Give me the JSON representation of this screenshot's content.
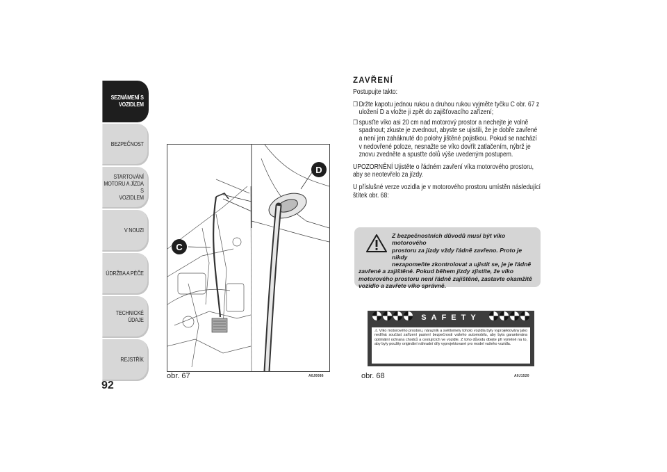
{
  "sidebar": {
    "tabs": [
      {
        "label_line1": "SEZNÁMENÍ S",
        "label_line2": "VOZIDLEM"
      },
      {
        "label_line1": "BEZPEČNOST"
      },
      {
        "label_line1": "STARTOVÁNÍ",
        "label_line2": "MOTORU A JÍZDA S",
        "label_line3": "VOZIDLEM"
      },
      {
        "label_line1": "V NOUZI"
      },
      {
        "label_line1": "ÚDRŽBA A PÉČE"
      },
      {
        "label_line1": "TECHNICKÉ ÚDAJE"
      },
      {
        "label_line1": "REJSTŘÍK"
      }
    ],
    "page_number": "92"
  },
  "figure67": {
    "caption": "obr. 67",
    "code": "A0J0086",
    "callout_c": "C",
    "callout_d": "D"
  },
  "figure68": {
    "caption": "obr. 68",
    "code": "A0J1520",
    "title": "SAFETY",
    "body": "Víko motorového prostoru, nárazník a světlomety tohoto vozidla byly vyprojektovány jako nedílná součást zařízení pasivní bezpečnosti vašeho automobilu, aby byla garantována optimální ochrana chodců a cestujících ve vozidle. Z toho důvodu dbejte při výměně na to, aby byly použity originální náhradní díly vyprojektované pro model vašeho vozidla."
  },
  "content": {
    "heading": "ZAVŘENÍ",
    "intro": "Postupujte takto:",
    "bullets": [
      "Držte kapotu jednou rukou a druhou rukou vyjměte tyčku C obr. 67 z uložení D a vložte ji zpět do zajišťovacího zařízení;",
      "spusťte víko asi 20 cm nad motorový prostor a nechejte je volně spadnout; zkuste je zvednout, abyste se ujistili, že je dobře zavřené a není jen zaháknuté do polohy jištěné pojistkou. Pokud se nachází v nedovřené poloze, nesnažte se víko dovřít zatlačením, nýbrž je znovu zvedněte a spusťte dolů výše uvedeným postupem."
    ],
    "note": "UPOZORNĚNÍ Ujistěte o řádném zavření víka motorového prostoru, aby se neotevřelo za jízdy.",
    "label_note": "U příslušné verze vozidla je v motorového prostoru umístěn následující štítek obr. 68:"
  },
  "warning": {
    "line1": "Z bezpečnostních důvodů musí být víko motorového",
    "line2": "prostoru za jízdy vždy řádně zavřeno. Proto je nikdy",
    "line3": "nezapomeňte zkontrolovat a ujistit se, je je řádně",
    "rest": "zavřené a zajištěné. Pokud během jízdy zjistíte, že víko motorového prostoru není řádně zajištěné, zastavte okamžitě vozidlo a zavřete víko správně."
  },
  "colors": {
    "active_tab": "#1e1e1e",
    "tab": "#d7d7d7",
    "warning_bg": "#d5d5d5",
    "label_bg": "#3d3d3d"
  }
}
